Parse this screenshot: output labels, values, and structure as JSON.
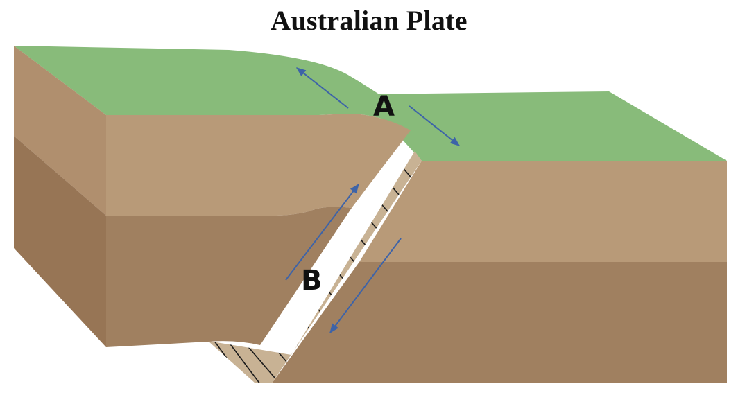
{
  "title": "Australian Plate",
  "labels": {
    "point_a": "A",
    "point_b": "B"
  },
  "colors": {
    "surface_green": "#88bb7a",
    "upper_layer": "#b89a78",
    "upper_layer_side": "#b08f6e",
    "lower_layer": "#a08060",
    "lower_layer_side": "#977555",
    "fault_plane": "#c8b294",
    "hatch": "#1a1a1a",
    "arrow": "#3d63a8",
    "title": "#111111"
  }
}
